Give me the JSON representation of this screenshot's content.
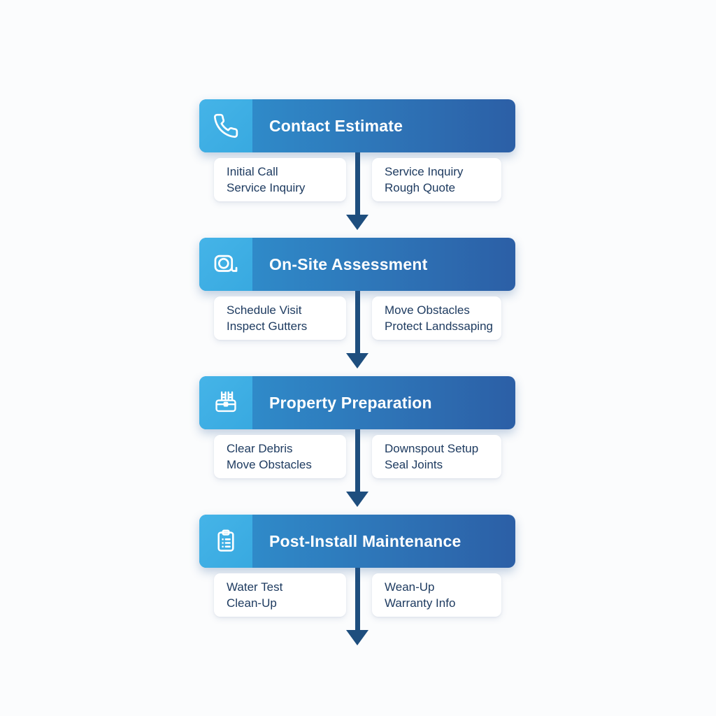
{
  "colors": {
    "background": "#fbfcfd",
    "header_gradient_start": "#3093d0",
    "header_gradient_end": "#2c5fa6",
    "icon_block": "#38a9e0",
    "arrow": "#1e4e7e",
    "card_text": "#1e3b60",
    "header_text": "#ffffff"
  },
  "stages": [
    {
      "title": "Contact Estimate",
      "icon": "phone-icon",
      "cards": [
        {
          "line1": "Initial Call",
          "line2": "Service Inquiry"
        },
        {
          "line1": "Service Inquiry",
          "line2": "Rough Quote"
        }
      ]
    },
    {
      "title": "On-Site Assessment",
      "icon": "tape-measure-icon",
      "cards": [
        {
          "line1": "Schedule Visit",
          "line2": "Inspect Gutters"
        },
        {
          "line1": "Move Obstacles",
          "line2": "Protect Landssaping"
        }
      ]
    },
    {
      "title": "Property Preparation",
      "icon": "toolbox-ladder-icon",
      "cards": [
        {
          "line1": "Clear Debris",
          "line2": "Move Obstacles"
        },
        {
          "line1": "Downspout Setup",
          "line2": "Seal Joints"
        }
      ]
    },
    {
      "title": "Post-Install Maintenance",
      "icon": "clipboard-checklist-icon",
      "cards": [
        {
          "line1": "Water Test",
          "line2": "Clean-Up"
        },
        {
          "line1": "Wean-Up",
          "line2": "Warranty Info"
        }
      ]
    }
  ]
}
